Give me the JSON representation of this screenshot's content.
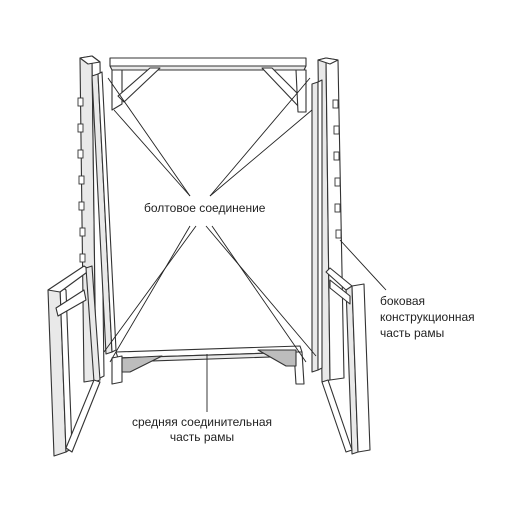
{
  "labels": {
    "bolt_connection": "болтовое соединение",
    "side_frame_line1": "боковая",
    "side_frame_line2": "конструкционная",
    "side_frame_line3": "часть рамы",
    "middle_frame_line1": "средняя соединительная",
    "middle_frame_line2": "часть рамы"
  },
  "colors": {
    "line": "#333333",
    "background": "#ffffff",
    "shade": "#e9e9e9"
  }
}
